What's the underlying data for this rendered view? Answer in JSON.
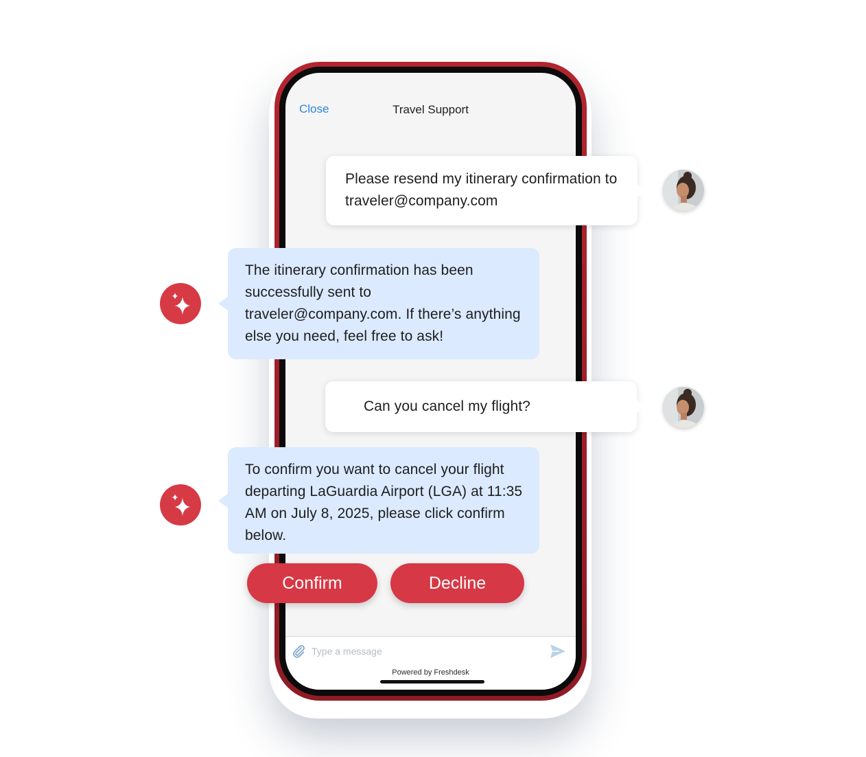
{
  "header": {
    "close_label": "Close",
    "title": "Travel Support"
  },
  "messages": [
    {
      "sender": "user",
      "text": "Please resend my itinerary confirmation to traveler@company.com"
    },
    {
      "sender": "bot",
      "text": "The itinerary confirmation has been successfully sent to traveler@company.com. If there’s anything else you need, feel free to ask!"
    },
    {
      "sender": "user",
      "text": "Can you cancel my flight?"
    },
    {
      "sender": "bot",
      "text": "To confirm you want to cancel your flight departing LaGuardia Airport (LGA) at 11:35 AM on July 8, 2025, please click confirm below."
    }
  ],
  "actions": {
    "confirm_label": "Confirm",
    "decline_label": "Decline"
  },
  "composer": {
    "placeholder": "Type a message",
    "powered_by": "Powered by Freshdesk"
  },
  "icons": {
    "attach": "paperclip-icon",
    "send": "send-icon",
    "bot": "sparkle-icon"
  },
  "colors": {
    "accent_red": "#d73845",
    "phone_frame": "#b3242f",
    "bot_bubble": "#dbeafe",
    "link_blue": "#2f86d6"
  }
}
